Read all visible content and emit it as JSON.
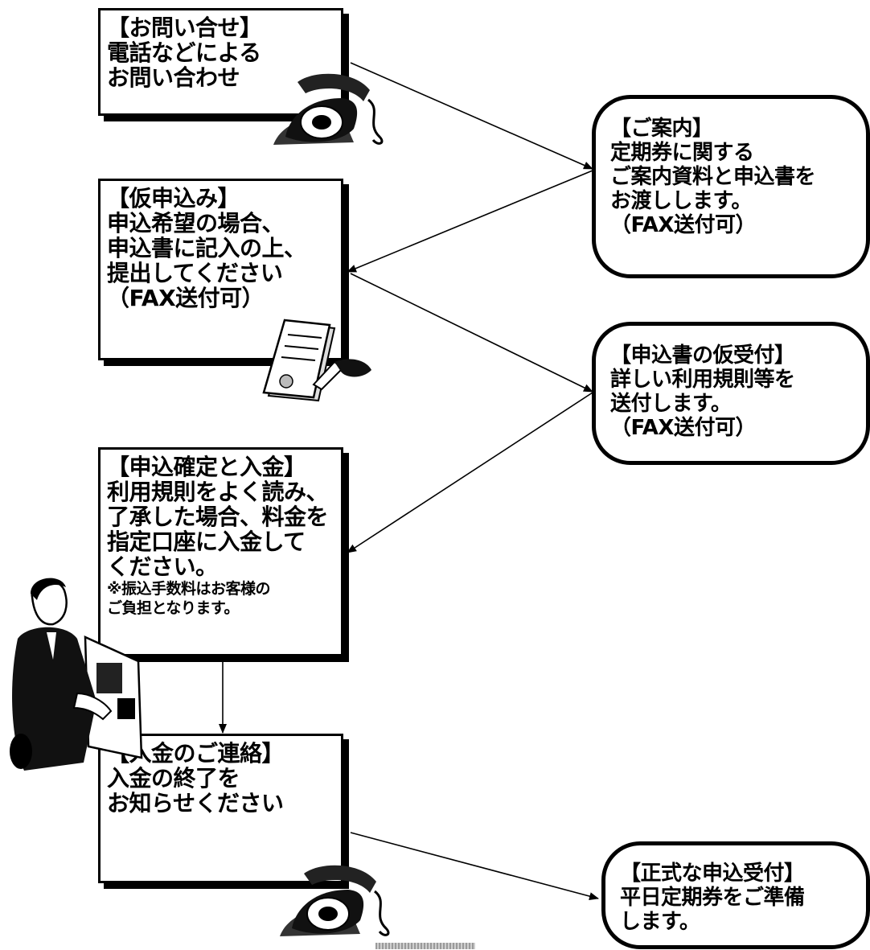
{
  "boxes": {
    "inquiry": {
      "lines": [
        "【お問い合せ】",
        "電話などによる",
        "お問い合わせ"
      ]
    },
    "provisional": {
      "lines": [
        "【仮申込み】",
        "申込希望の場合、",
        "申込書に記入の上、",
        "提出してください",
        "（FAX送付可）"
      ]
    },
    "confirmation": {
      "lines": [
        "【申込確定と入金】",
        "利用規則をよく読み、",
        "了承した場合、料金を",
        "指定口座に入金して",
        "ください。"
      ],
      "note": [
        "※振込手数料はお客様の",
        "ご負担となります。"
      ]
    },
    "payment": {
      "lines": [
        "【入金のご連絡】",
        "入金の終了を",
        "お知らせください"
      ]
    }
  },
  "bubbles": {
    "guide": {
      "lines": [
        "【ご案内】",
        "定期券に関する",
        "ご案内資料と申込書を",
        "お渡しします。",
        "（FAX送付可）"
      ]
    },
    "reception": {
      "lines": [
        "【申込書の仮受付】",
        "詳しい利用規則等を",
        "送付します。",
        "（FAX送付可）"
      ]
    },
    "formal": {
      "lines": [
        "【正式な申込受付】",
        "平日定期券をご準備",
        "します。"
      ]
    }
  },
  "icons": [
    "telephone-icon",
    "document-signing-icon",
    "woman-atm-icon",
    "telephone-icon"
  ]
}
